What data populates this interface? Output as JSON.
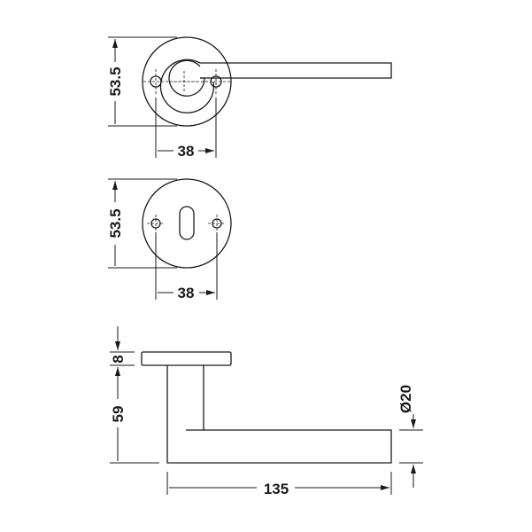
{
  "views": {
    "front_with_lever": {
      "height_label": "53.5",
      "hole_spacing_label": "38"
    },
    "front_escutcheon": {
      "height_label": "53.5",
      "hole_spacing_label": "38"
    },
    "side": {
      "rose_thickness_label": "8",
      "projection_label": "59",
      "length_label": "135",
      "diameter_label": "Ø20"
    }
  }
}
